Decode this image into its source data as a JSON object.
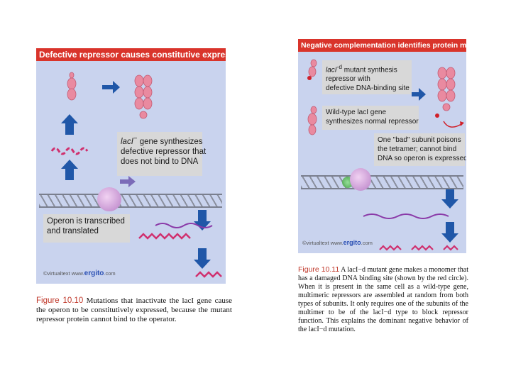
{
  "left_figure": {
    "title": "Defective repressor causes constitutive expression",
    "gene_label_prefix": "lacI",
    "gene_label_superscript": "−",
    "gene_label_rest": " gene synthesizes",
    "gene_label_line2": "defective repressor that",
    "gene_label_line3": "does not bind to DNA",
    "operon_line1": "Operon is transcribed",
    "operon_line2": "and translated",
    "credit_prefix": "©virtualtext",
    "credit_www": "www.",
    "credit_brand": "ergito",
    "credit_com": ".com",
    "caption_label": "Figure 10.10",
    "caption_text": "Mutations that inactivate the lacI gene cause the operon to be constitutively expressed, because the mutant repressor protein cannot bind to the operator."
  },
  "right_figure": {
    "title": "Negative complementation identifies protein multimer",
    "box1_gene": "lacI",
    "box1_sup": "-d",
    "box1_rest": " mutant synthesis",
    "box1_line2": "repressor with",
    "box1_line3": "defective DNA-binding site",
    "box2_line1": "Wild-type lacI gene",
    "box2_line2": "synthesizes normal repressor",
    "box3_line1": "One \"bad\" subunit poisons",
    "box3_line2": "the tetramer; cannot bind",
    "box3_line3": "DNA so operon is expressed",
    "credit_prefix": "©virtualtext",
    "credit_www": "www.",
    "credit_brand": "ergito",
    "credit_com": ".com",
    "caption_label": "Figure 10.11",
    "caption_text": "A lacI−d mutant gene makes a monomer that has a damaged DNA binding site (shown by the red circle). When it is present in the same cell as a wild-type gene, multimeric repressors are assembled at random from both types of subunits. It only requires one of the subunits of the multimer to be of the lacI−d type to block repressor function. This explains the dominant negative behavior of the lacI−d mutation."
  },
  "colors": {
    "title_bar": "#d9342b",
    "panel_bg": "#c9d3ee",
    "arrow_blue": "#2057a8",
    "protein_pink": "#e98aa0",
    "mrna_magenta": "#d0306e"
  }
}
